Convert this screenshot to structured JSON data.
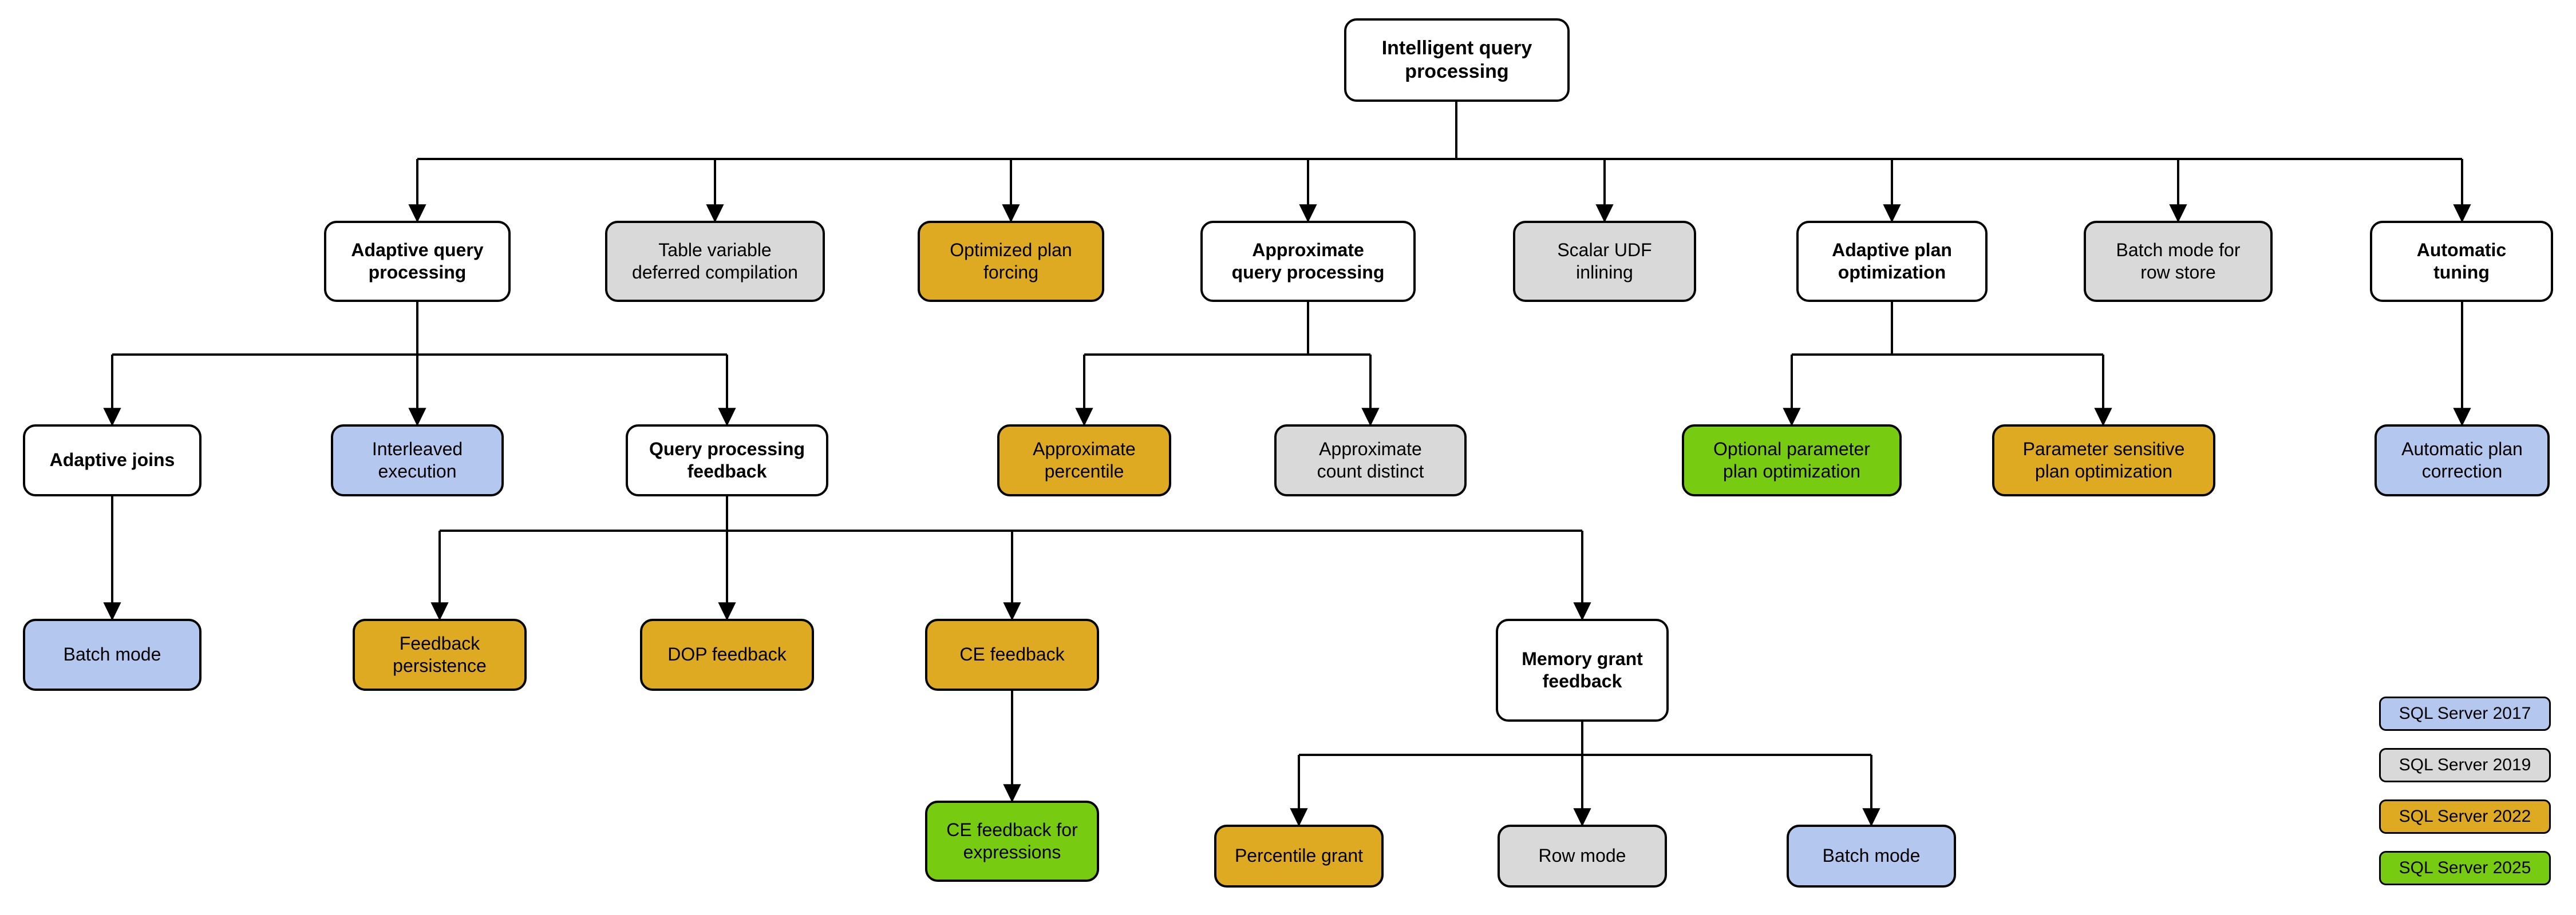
{
  "diagram": {
    "title": "Intelligent query processing",
    "colors": {
      "white": "#ffffff",
      "gray": "#d9d9d9",
      "gold": "#ddaa22",
      "blue": "#b4c7ef",
      "green": "#77cc11",
      "stroke": "#000000"
    },
    "nodes": {
      "root": "Intelligent query\nprocessing",
      "adaptive_query_processing": "Adaptive query\nprocessing",
      "table_variable_deferred_compilation": "Table variable\ndeferred compilation",
      "optimized_plan_forcing": "Optimized plan\nforcing",
      "approximate_query_processing": "Approximate\nquery processing",
      "scalar_udf_inlining": "Scalar UDF\ninlining",
      "adaptive_plan_optimization": "Adaptive plan\noptimization",
      "batch_mode_for_row_store": "Batch mode for\nrow store",
      "automatic_tuning": "Automatic\ntuning",
      "adaptive_joins": "Adaptive joins",
      "interleaved_execution": "Interleaved\nexecution",
      "query_processing_feedback": "Query processing\nfeedback",
      "approximate_percentile": "Approximate\npercentile",
      "approximate_count_distinct": "Approximate\ncount distinct",
      "optional_parameter_plan_optimization": "Optional parameter\nplan optimization",
      "parameter_sensitive_plan_optimization": "Parameter sensitive\nplan optimization",
      "automatic_plan_correction": "Automatic plan\ncorrection",
      "batch_mode": "Batch mode",
      "feedback_persistence": "Feedback\npersistence",
      "dop_feedback": "DOP feedback",
      "ce_feedback": "CE feedback",
      "memory_grant_feedback": "Memory grant\nfeedback",
      "ce_feedback_for_expressions": "CE feedback for\nexpressions",
      "percentile_grant": "Percentile grant",
      "row_mode": "Row mode",
      "batch_mode_mgf": "Batch mode"
    },
    "legend": {
      "items": [
        {
          "label": "SQL Server 2017",
          "color": "#b4c7ef"
        },
        {
          "label": "SQL Server 2019",
          "color": "#d9d9d9"
        },
        {
          "label": "SQL Server 2022",
          "color": "#ddaa22"
        },
        {
          "label": "SQL Server 2025",
          "color": "#77cc11"
        }
      ]
    }
  }
}
